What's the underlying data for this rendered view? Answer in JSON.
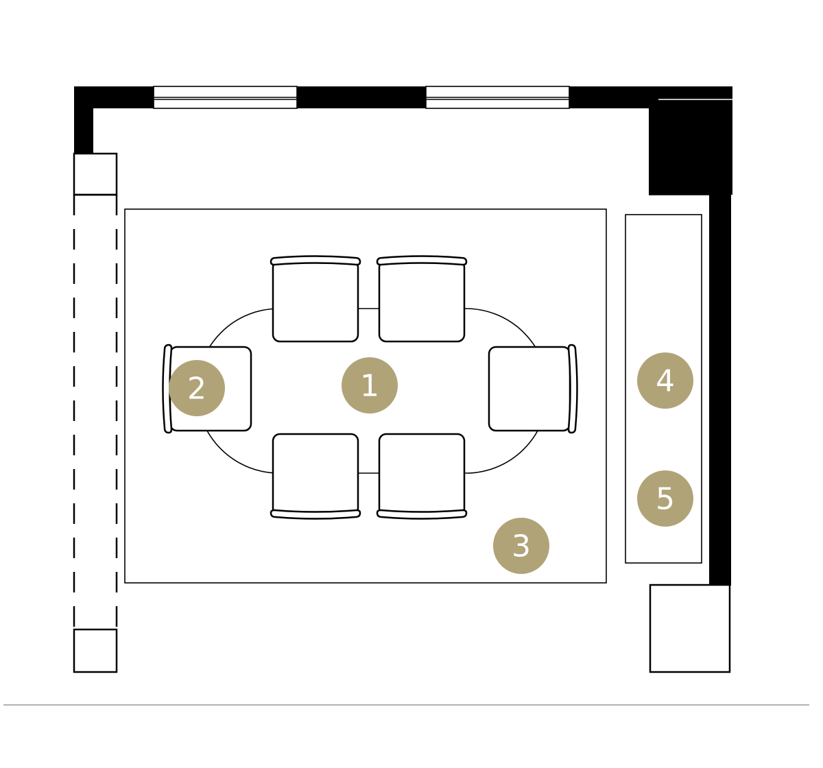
{
  "colors": {
    "marker": "#b0a378",
    "wall": "#000000",
    "background": "#ffffff",
    "divider": "#999999"
  },
  "markers": [
    {
      "id": "dining-table",
      "label": "1"
    },
    {
      "id": "end-chair",
      "label": "2"
    },
    {
      "id": "rug",
      "label": "3"
    },
    {
      "id": "sideboard-upper",
      "label": "4"
    },
    {
      "id": "sideboard-lower",
      "label": "5"
    }
  ]
}
